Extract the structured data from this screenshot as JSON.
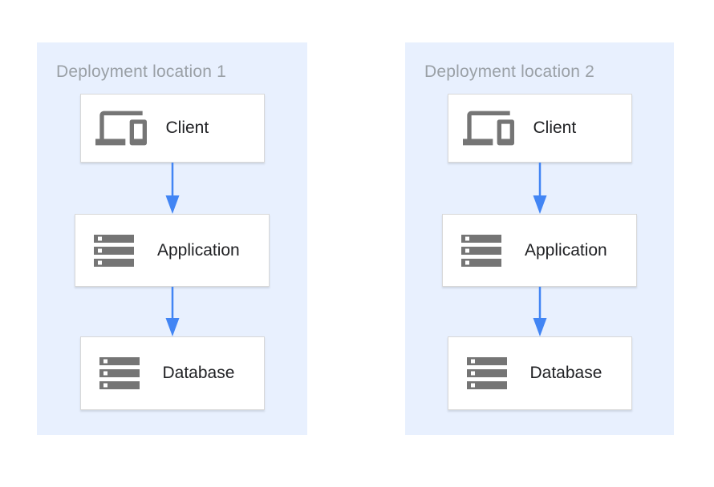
{
  "colors": {
    "panel_background": "#e8f0fe",
    "box_background": "#ffffff",
    "box_border": "#d8d8d8",
    "title_text": "#9aa0a6",
    "label_text": "#202124",
    "icon_gray": "#757575",
    "arrow_blue": "#4285f4"
  },
  "diagram": {
    "panels": [
      {
        "title": "Deployment location 1",
        "nodes": [
          {
            "label": "Client",
            "icon": "devices-icon"
          },
          {
            "label": "Application",
            "icon": "storage-icon"
          },
          {
            "label": "Database",
            "icon": "storage-icon"
          }
        ]
      },
      {
        "title": "Deployment location 2",
        "nodes": [
          {
            "label": "Client",
            "icon": "devices-icon"
          },
          {
            "label": "Application",
            "icon": "storage-icon"
          },
          {
            "label": "Database",
            "icon": "storage-icon"
          }
        ]
      }
    ]
  }
}
